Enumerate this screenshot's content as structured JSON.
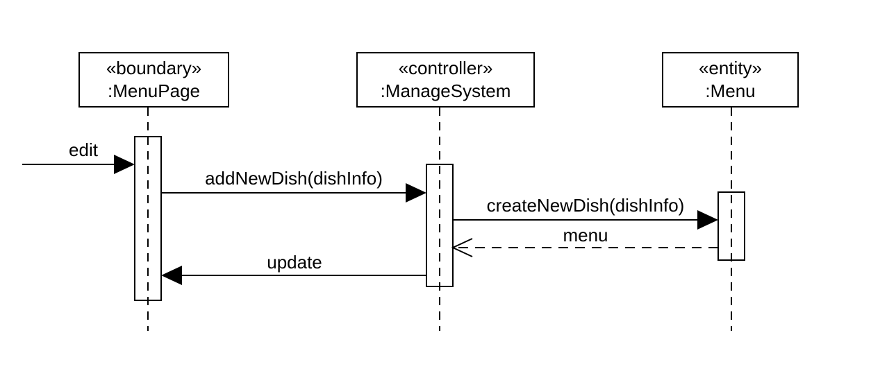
{
  "diagram": {
    "kind": "uml-sequence-diagram",
    "background_color": "#ffffff",
    "line_color": "#000000"
  },
  "lifelines": [
    {
      "stereotype": "«boundary»",
      "name": ":MenuPage"
    },
    {
      "stereotype": "«controller»",
      "name": ":ManageSystem"
    },
    {
      "stereotype": "«entity»",
      "name": ":Menu"
    }
  ],
  "messages": [
    {
      "label": "edit",
      "from": "external",
      "to": ":MenuPage",
      "line": "solid",
      "arrowhead": "filled"
    },
    {
      "label": "addNewDish(dishInfo)",
      "from": ":MenuPage",
      "to": ":ManageSystem",
      "line": "solid",
      "arrowhead": "filled"
    },
    {
      "label": "createNewDish(dishInfo)",
      "from": ":ManageSystem",
      "to": ":Menu",
      "line": "solid",
      "arrowhead": "filled"
    },
    {
      "label": "menu",
      "from": ":Menu",
      "to": ":ManageSystem",
      "line": "dashed",
      "arrowhead": "open"
    },
    {
      "label": "update",
      "from": ":ManageSystem",
      "to": ":MenuPage",
      "line": "solid",
      "arrowhead": "filled"
    }
  ]
}
